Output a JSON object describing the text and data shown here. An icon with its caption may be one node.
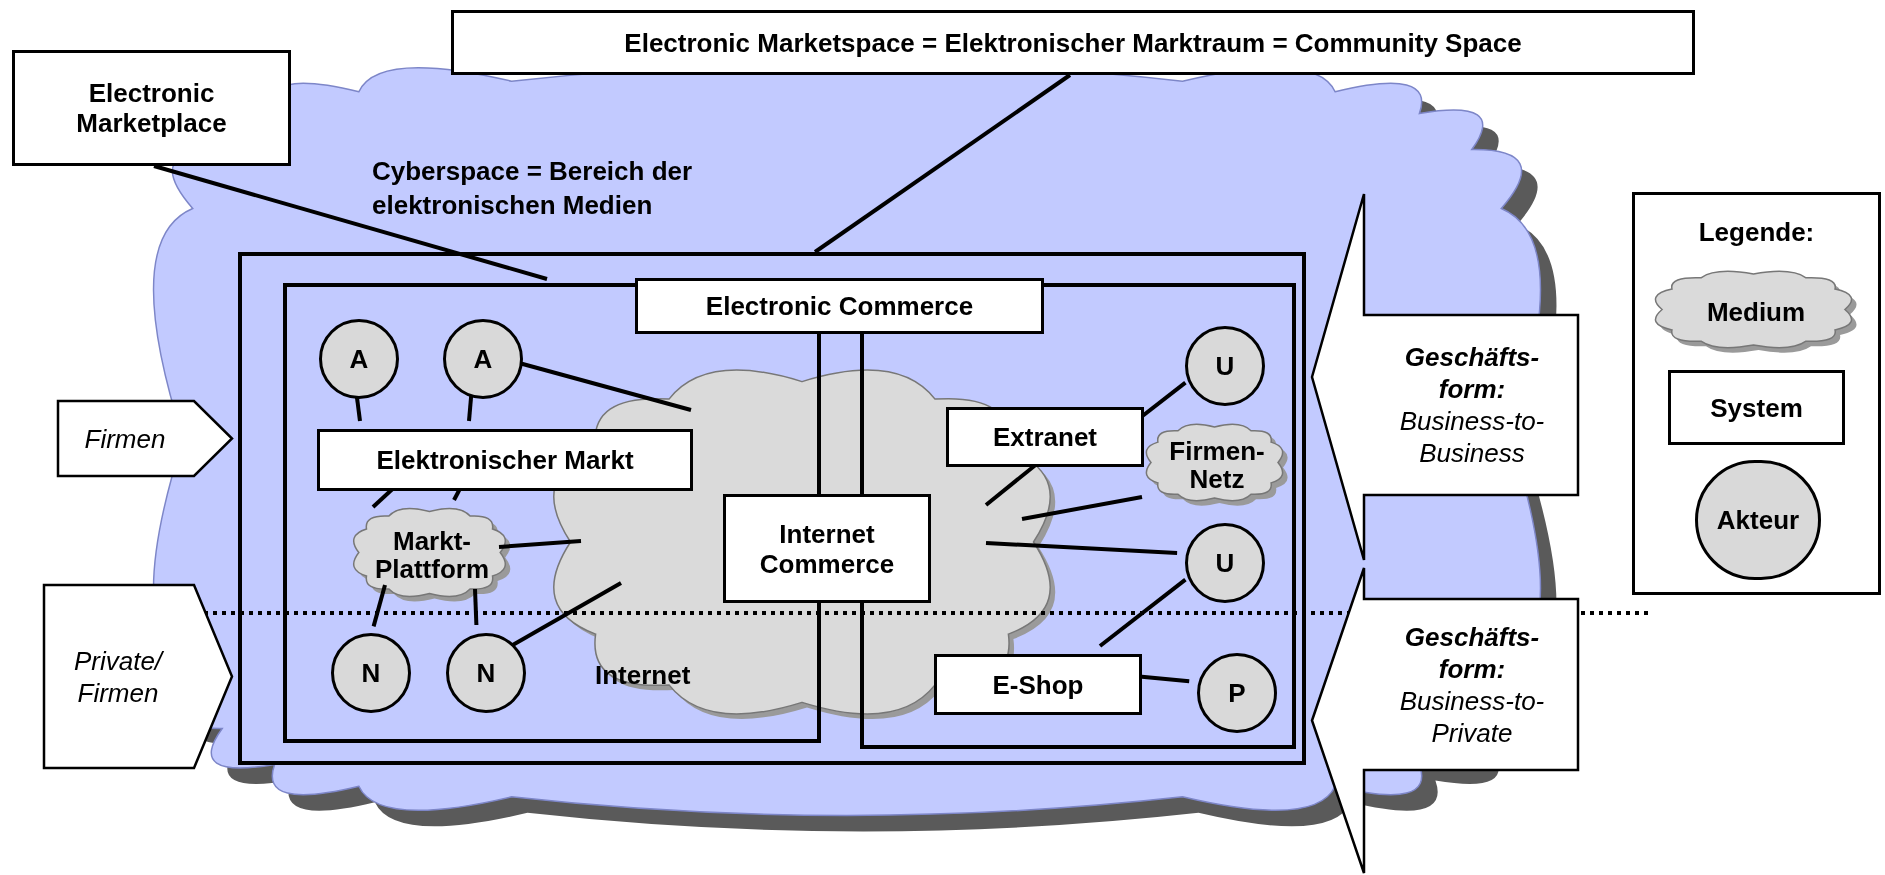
{
  "diagram": {
    "nodes": [
      {
        "text": [
          "Electronic Marketspace = Elektronischer Marktraum = Community Space"
        ]
      },
      {
        "text": [
          "Electronic Marketplace"
        ]
      },
      {
        "text": [
          "Cyberspace = Bereich der elektronischen Medien"
        ]
      },
      {
        "text": [],
        "shape": "box",
        "in": 2
      },
      {
        "text": [],
        "shape": "box",
        "in": 3
      },
      {
        "text": [
          "Electronic Commerce"
        ],
        "in": 3
      },
      {
        "text": [
          "A"
        ],
        "in": 4
      },
      {
        "text": [
          "A"
        ],
        "in": 4
      },
      {
        "text": [
          "Elektronischer Markt"
        ],
        "in": 4
      },
      {
        "text": [
          "Markt- Plattform"
        ],
        "in": 4
      },
      {
        "text": [
          "N"
        ],
        "in": 4
      },
      {
        "text": [
          "N"
        ],
        "in": 4
      },
      {
        "text": [
          "Internet"
        ],
        "in": 3
      },
      {
        "text": [],
        "shape": "box",
        "in": 3
      },
      {
        "text": [
          "Internet Commerce"
        ],
        "in": 12
      },
      {
        "text": [
          "Extranet"
        ],
        "in": 13
      },
      {
        "text": [
          "U"
        ],
        "in": 13
      },
      {
        "text": [
          "Firmen- Netz"
        ],
        "in": 13
      },
      {
        "text": [
          "U"
        ],
        "in": 13
      },
      {
        "text": [
          "E-Shop"
        ],
        "in": 13
      },
      {
        "text": [
          "P"
        ],
        "in": 13
      },
      {
        "text": [
          "Firmen"
        ]
      },
      {
        "text": [
          "Private/ Firmen"
        ]
      },
      {
        "text": [
          "Geschäfts- form:",
          "Business-to- Business"
        ]
      },
      {
        "text": [
          "Geschäfts- form:",
          "Business-to- Private"
        ]
      },
      {
        "text": [
          "Legende:"
        ]
      },
      {
        "text": [
          "Medium"
        ],
        "in": 25
      },
      {
        "text": [
          "System"
        ],
        "in": 25
      },
      {
        "text": [
          "Akteur"
        ],
        "in": 25
      }
    ],
    "edges": [
      {
        "from": 1,
        "to": 4,
        "arrow": "none"
      },
      {
        "from": 0,
        "to": 3,
        "arrow": "none"
      },
      {
        "from": 6,
        "to": 8,
        "arrow": "none"
      },
      {
        "from": 7,
        "to": 8,
        "arrow": "none"
      },
      {
        "from": 7,
        "to": 12,
        "arrow": "none"
      },
      {
        "from": 8,
        "to": 9,
        "arrow": "none"
      },
      {
        "from": 8,
        "to": 9,
        "arrow": "none"
      },
      {
        "from": 9,
        "to": 12,
        "arrow": "none"
      },
      {
        "from": 9,
        "to": 10,
        "arrow": "none"
      },
      {
        "from": 9,
        "to": 11,
        "arrow": "none"
      },
      {
        "from": 11,
        "to": 12,
        "arrow": "none"
      },
      {
        "from": 15,
        "to": 16,
        "arrow": "none"
      },
      {
        "from": 12,
        "to": 15,
        "arrow": "none"
      },
      {
        "from": 12,
        "to": 17,
        "arrow": "none"
      },
      {
        "from": 12,
        "to": 18,
        "arrow": "none"
      },
      {
        "from": 18,
        "to": 19,
        "arrow": "none"
      },
      {
        "from": 19,
        "to": 20,
        "arrow": "none"
      }
    ]
  }
}
